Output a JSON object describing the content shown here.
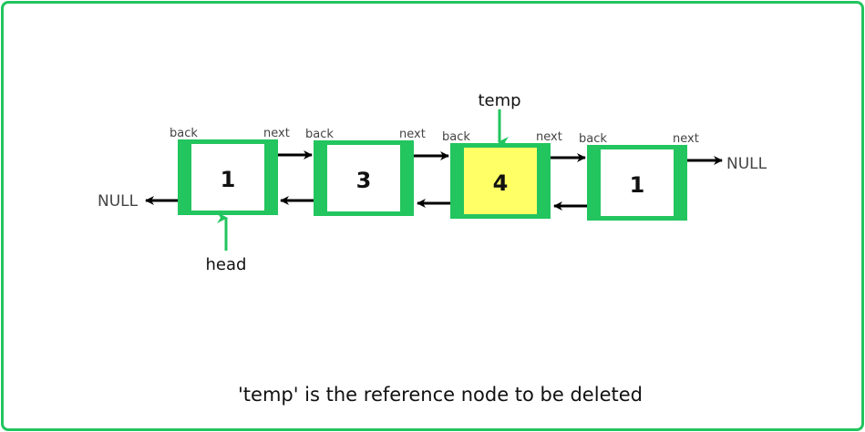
{
  "nodes": [
    {
      "value": "1",
      "back_label": "back",
      "next_label": "next",
      "highlight": false
    },
    {
      "value": "3",
      "back_label": "back",
      "next_label": "next",
      "highlight": false
    },
    {
      "value": "4",
      "back_label": "back",
      "next_label": "next",
      "highlight": true
    },
    {
      "value": "1",
      "back_label": "back",
      "next_label": "next",
      "highlight": false
    }
  ],
  "null_left": "NULL",
  "null_right": "NULL",
  "head_label": "head",
  "temp_label": "temp",
  "caption": "'temp' is the reference node to be deleted",
  "colors": {
    "border": "#22c55e",
    "highlight": "#ffff66",
    "arrow": "#000000"
  }
}
